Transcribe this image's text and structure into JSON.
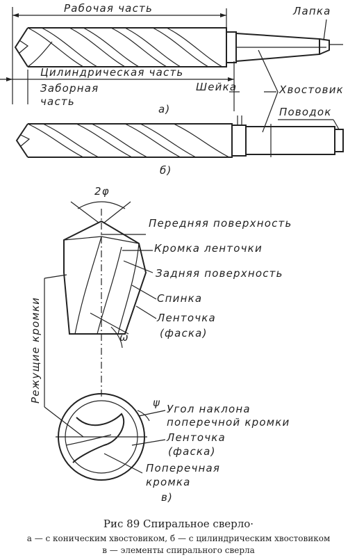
{
  "labels": {
    "rabochaya": "Рабочая часть",
    "lapka": "Лапка",
    "cilindr": "Цилиндрическая часть",
    "zabornaya1": "Заборная",
    "zabornaya2": "часть",
    "sheika": "Шейка",
    "hvostovik": "Хвостовик",
    "a": "а)",
    "povodok": "Поводок",
    "b": "б)",
    "twophi": "2φ",
    "perednyaya": "Передняя поверхность",
    "kromka_lent": "Кромка ленточки",
    "zadnyaya": "Задняя поверхность",
    "spinka": "Спинка",
    "lentochka1": "Ленточка",
    "lentochka2": "(фаска)",
    "omega": "ω",
    "rezhushie": "Режущие кромки",
    "psi": "ψ",
    "ugol1": "Угол наклона",
    "ugol2": "поперечной кромки",
    "lent2_1": "Ленточка",
    "lent2_2": "(фаска)",
    "poperech1": "Поперечная",
    "poperech2": "кромка",
    "v": "в)"
  },
  "caption": {
    "title": "Рис 89 Спиральное сверло·",
    "line1": "а — с коническим хвостовиком, б — с цилиндрическим хвостовиком",
    "line2": "в — элементы спирального сверла"
  }
}
